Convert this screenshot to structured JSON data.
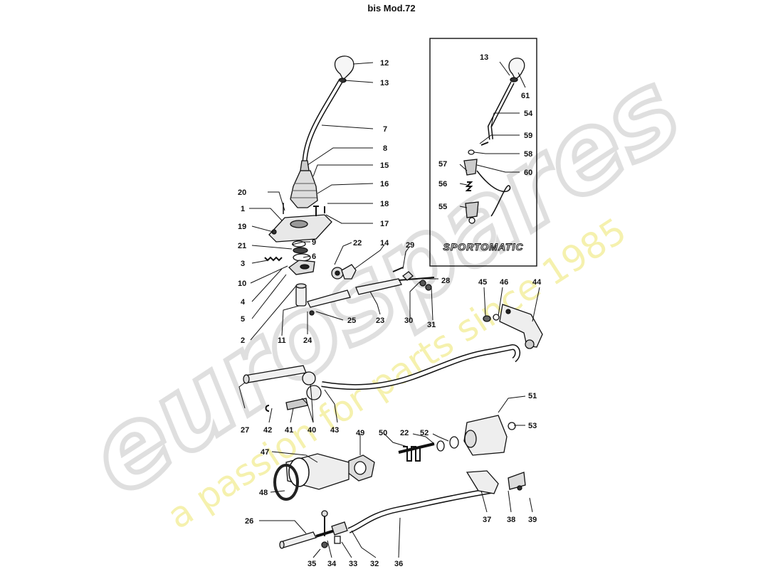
{
  "header": {
    "title": "bis Mod.72"
  },
  "inset": {
    "label": "SPORTOMATIC"
  },
  "watermark": {
    "brand": "eurospares",
    "tagline": "a passion for parts since 1985",
    "brand_color": "#d9d9d9",
    "tagline_color": "#f3ee9c"
  },
  "callouts": {
    "c12": "12",
    "c13": "13",
    "c7": "7",
    "c8": "8",
    "c15": "15",
    "c16": "16",
    "c20": "20",
    "c18": "18",
    "c1": "1",
    "c17": "17",
    "c19": "19",
    "c9": "9",
    "c22a": "22",
    "c14": "14",
    "c21": "21",
    "c6": "6",
    "c3": "3",
    "c10": "10",
    "c29": "29",
    "c28": "28",
    "c4": "4",
    "c5": "5",
    "c25": "25",
    "c23": "23",
    "c30": "30",
    "c31": "31",
    "c2": "2",
    "c11": "11",
    "c24": "24",
    "c45": "45",
    "c46": "46",
    "c44": "44",
    "i13": "13",
    "i61": "61",
    "i54": "54",
    "i59": "59",
    "i58": "58",
    "i57": "57",
    "i60": "60",
    "i56": "56",
    "i55": "55",
    "c27": "27",
    "c42": "42",
    "c41": "41",
    "c40": "40",
    "c43": "43",
    "c51": "51",
    "c53": "53",
    "c47": "47",
    "c49": "49",
    "c50": "50",
    "c22b": "22",
    "c52": "52",
    "c48": "48",
    "c26": "26",
    "c35": "35",
    "c34": "34",
    "c33": "33",
    "c32": "32",
    "c36": "36",
    "c37": "37",
    "c38": "38",
    "c39": "39"
  }
}
